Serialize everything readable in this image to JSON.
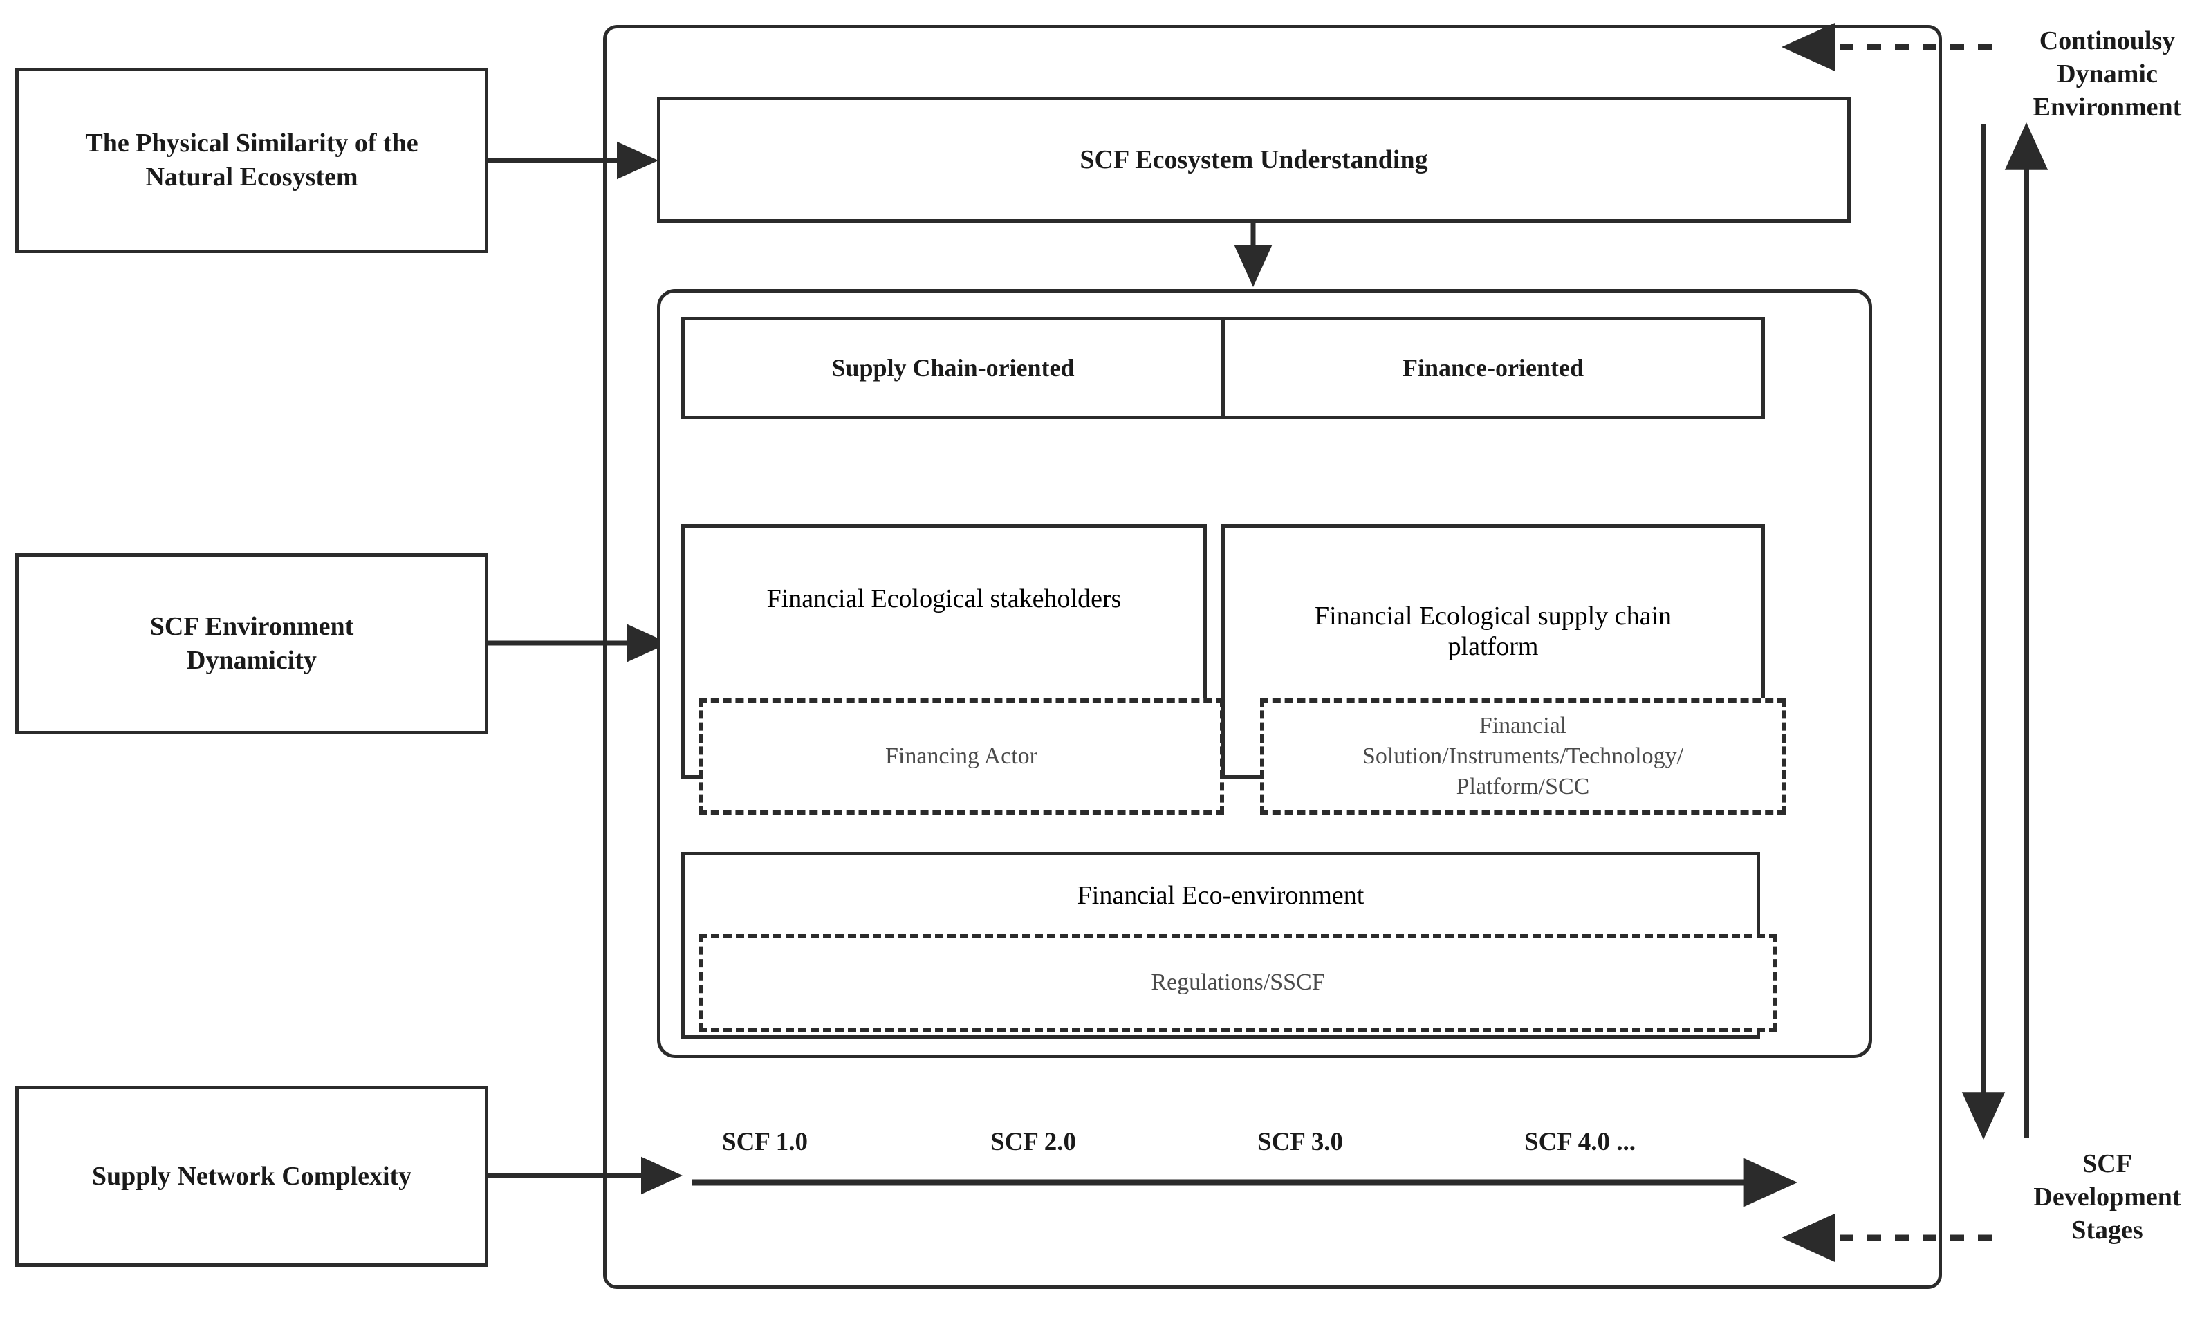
{
  "diagram": {
    "title_text_present": false,
    "drivers": [
      {
        "id": "physical-similarity",
        "label": "The Physical Similarity of the\nNatural Ecosystem"
      },
      {
        "id": "environment-dynamicity",
        "label": "SCF Environment\nDynamicity"
      },
      {
        "id": "network-complexity",
        "label": "Supply Network Complexity"
      }
    ],
    "top_box": {
      "label": "SCF Ecosystem Understanding"
    },
    "orientation_boxes": [
      {
        "id": "supply-chain-oriented",
        "label": "Supply Chain-oriented"
      },
      {
        "id": "finance-oriented",
        "label": "Finance-oriented"
      }
    ],
    "pillars": [
      {
        "id": "stakeholders",
        "heading": "Financial Ecological stakeholders",
        "detail": "Financing Actor"
      },
      {
        "id": "platform",
        "heading": "Financial Ecological supply chain\nplatform",
        "detail": "Financial\nSolution/Instruments/Technology/\nPlatform/SCC"
      },
      {
        "id": "eco-environment",
        "heading": "Financial Eco-environment",
        "detail": "Regulations/SSCF"
      }
    ],
    "timeline": {
      "stages": [
        "SCF 1.0",
        "SCF 2.0",
        "SCF 3.0",
        "SCF 4.0 ..."
      ]
    },
    "annotations": [
      {
        "id": "continuously-dynamic-environment",
        "label": "Continoulsy\nDynamic\nEnvironment"
      },
      {
        "id": "scf-development-stages",
        "label": "SCF\nDevelopment\nStages"
      }
    ],
    "colors": {
      "stroke": "#2b2b2b",
      "text": "#1a1a1a",
      "muted_text": "#4a4a4a",
      "background": "#ffffff"
    }
  }
}
